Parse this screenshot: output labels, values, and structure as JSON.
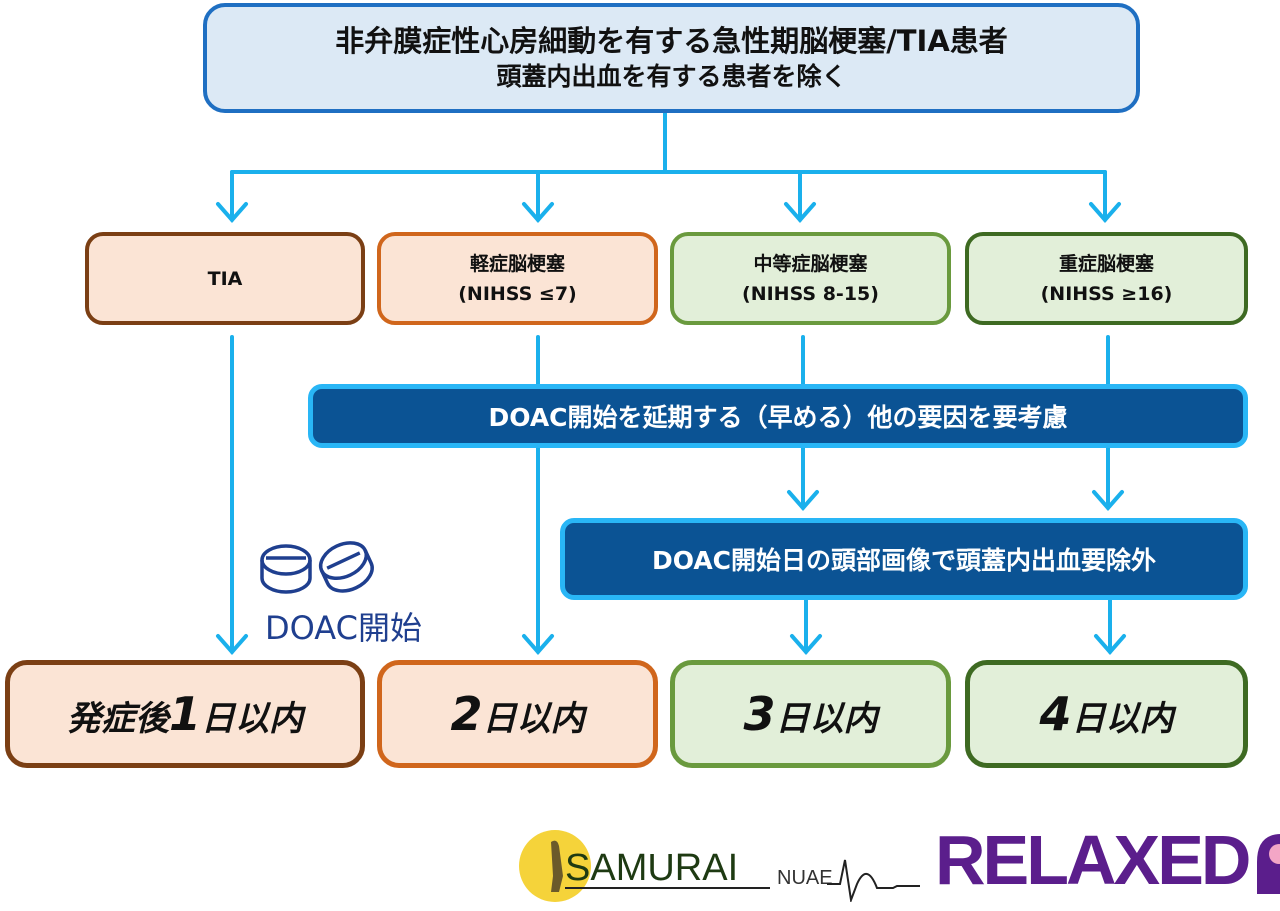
{
  "top": {
    "line1": "非弁膜症性心房細動を有する急性期脳梗塞/TIA患者",
    "line2": "頭蓋内出血を有する患者を除く"
  },
  "categories": [
    {
      "line1": "TIA",
      "line2": ""
    },
    {
      "line1": "軽症脳梗塞",
      "line2": "(NIHSS ≤7)"
    },
    {
      "line1": "中等症脳梗塞",
      "line2": "(NIHSS 8-15)"
    },
    {
      "line1": "重症脳梗塞",
      "line2": "(NIHSS ≥16)"
    }
  ],
  "bar1": "DOAC開始を延期する（早める）他の要因を要考慮",
  "bar2": "DOAC開始日の頭部画像で頭蓋内出血要除外",
  "pill_label": "DOAC開始",
  "results": [
    {
      "prefix": "発症後",
      "num": "1",
      "suffix": "日以内"
    },
    {
      "prefix": "",
      "num": "2",
      "suffix": "日以内"
    },
    {
      "prefix": "",
      "num": "3",
      "suffix": "日以内"
    },
    {
      "prefix": "",
      "num": "4",
      "suffix": "日以内"
    }
  ],
  "logos": {
    "samurai": "SAMURAI",
    "nuae": "NUAE",
    "relaxed": "RELAXED"
  },
  "colors": {
    "arrow": "#1ab0ec",
    "top_border": "#1f6fc2",
    "bar_fill": "#0b5394",
    "relaxed_purple": "#5b1e8c",
    "relaxed_pink": "#e6158c"
  }
}
